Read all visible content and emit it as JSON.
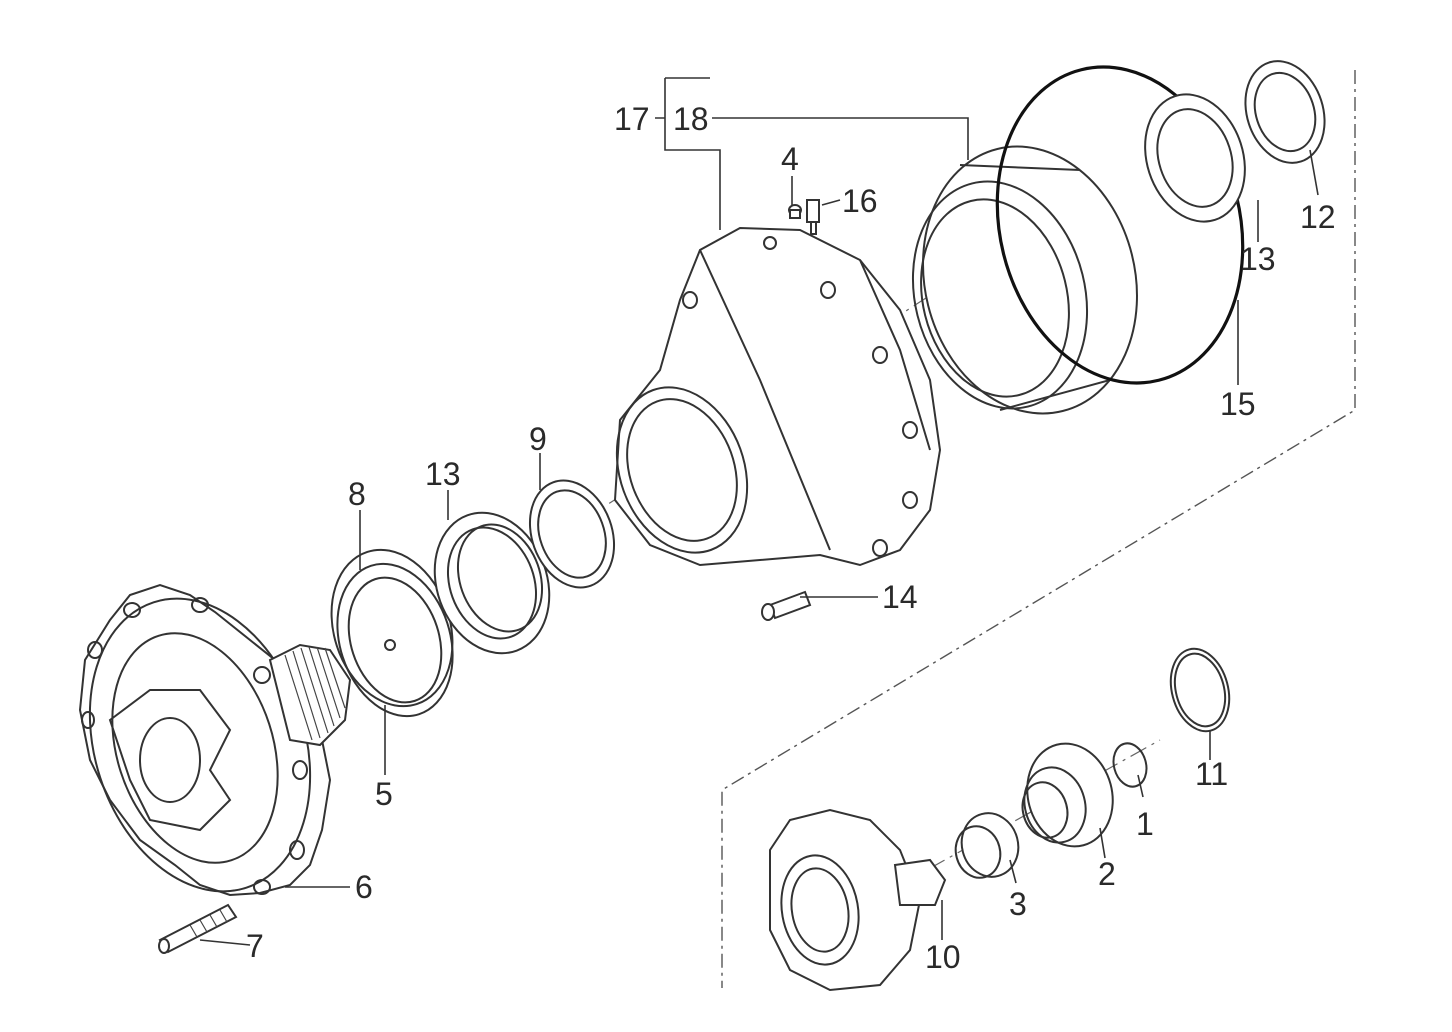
{
  "labels": {
    "l1": "1",
    "l2": "2",
    "l3": "3",
    "l4": "4",
    "l5": "5",
    "l6": "6",
    "l7": "7",
    "l8": "8",
    "l9": "9",
    "l10": "10",
    "l11": "11",
    "l12": "12",
    "l13a": "13",
    "l13b": "13",
    "l14": "14",
    "l15": "15",
    "l16": "16",
    "l17": "17",
    "l18": "18"
  },
  "colors": {
    "line": "#333333",
    "background": "#ffffff"
  }
}
